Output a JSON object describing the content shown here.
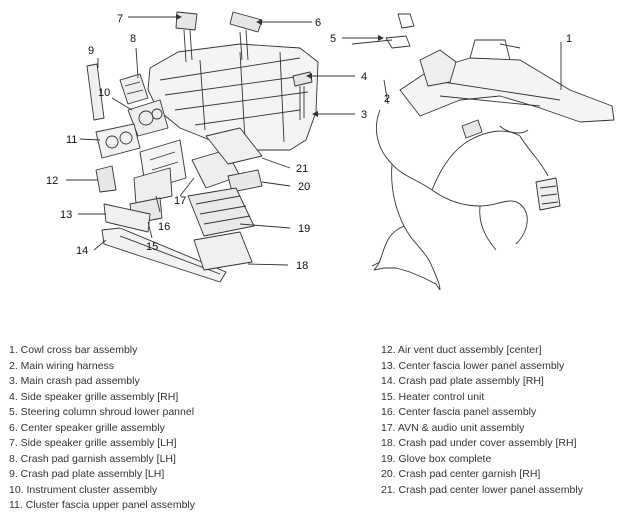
{
  "callouts": [
    "1",
    "2",
    "3",
    "4",
    "5",
    "6",
    "7",
    "8",
    "9",
    "10",
    "11",
    "12",
    "13",
    "14",
    "15",
    "16",
    "17",
    "18",
    "19",
    "20",
    "21"
  ],
  "legend_left": [
    "1. Cowl cross bar assembly",
    "2. Main wiring harness",
    "3. Main crash pad assembly",
    "4. Side speaker grille assembly [RH]",
    "5. Steering column shroud lower pannel",
    "6. Center speaker grille assembly",
    "7. Side speaker grille assembly [LH]",
    "8. Crash pad garnish assembly [LH]",
    "9. Crash pad plate assembly [LH]",
    "10. Instrument cluster assembly",
    "11. Cluster fascia upper panel assembly"
  ],
  "legend_right": [
    "12. Air vent duct assembly [center]",
    "13. Center fascia lower panel assembly",
    "14. Crash pad plate assembly [RH]",
    "15. Heater control unit",
    "16. Center fascia panel assembly",
    "17. AVN & audio unit assembly",
    "18. Crash pad under cover assembly [RH]",
    "19. Glove box complete",
    "20. Crash pad center garnish [RH]",
    "21. Crash pad center lower panel assembly"
  ]
}
